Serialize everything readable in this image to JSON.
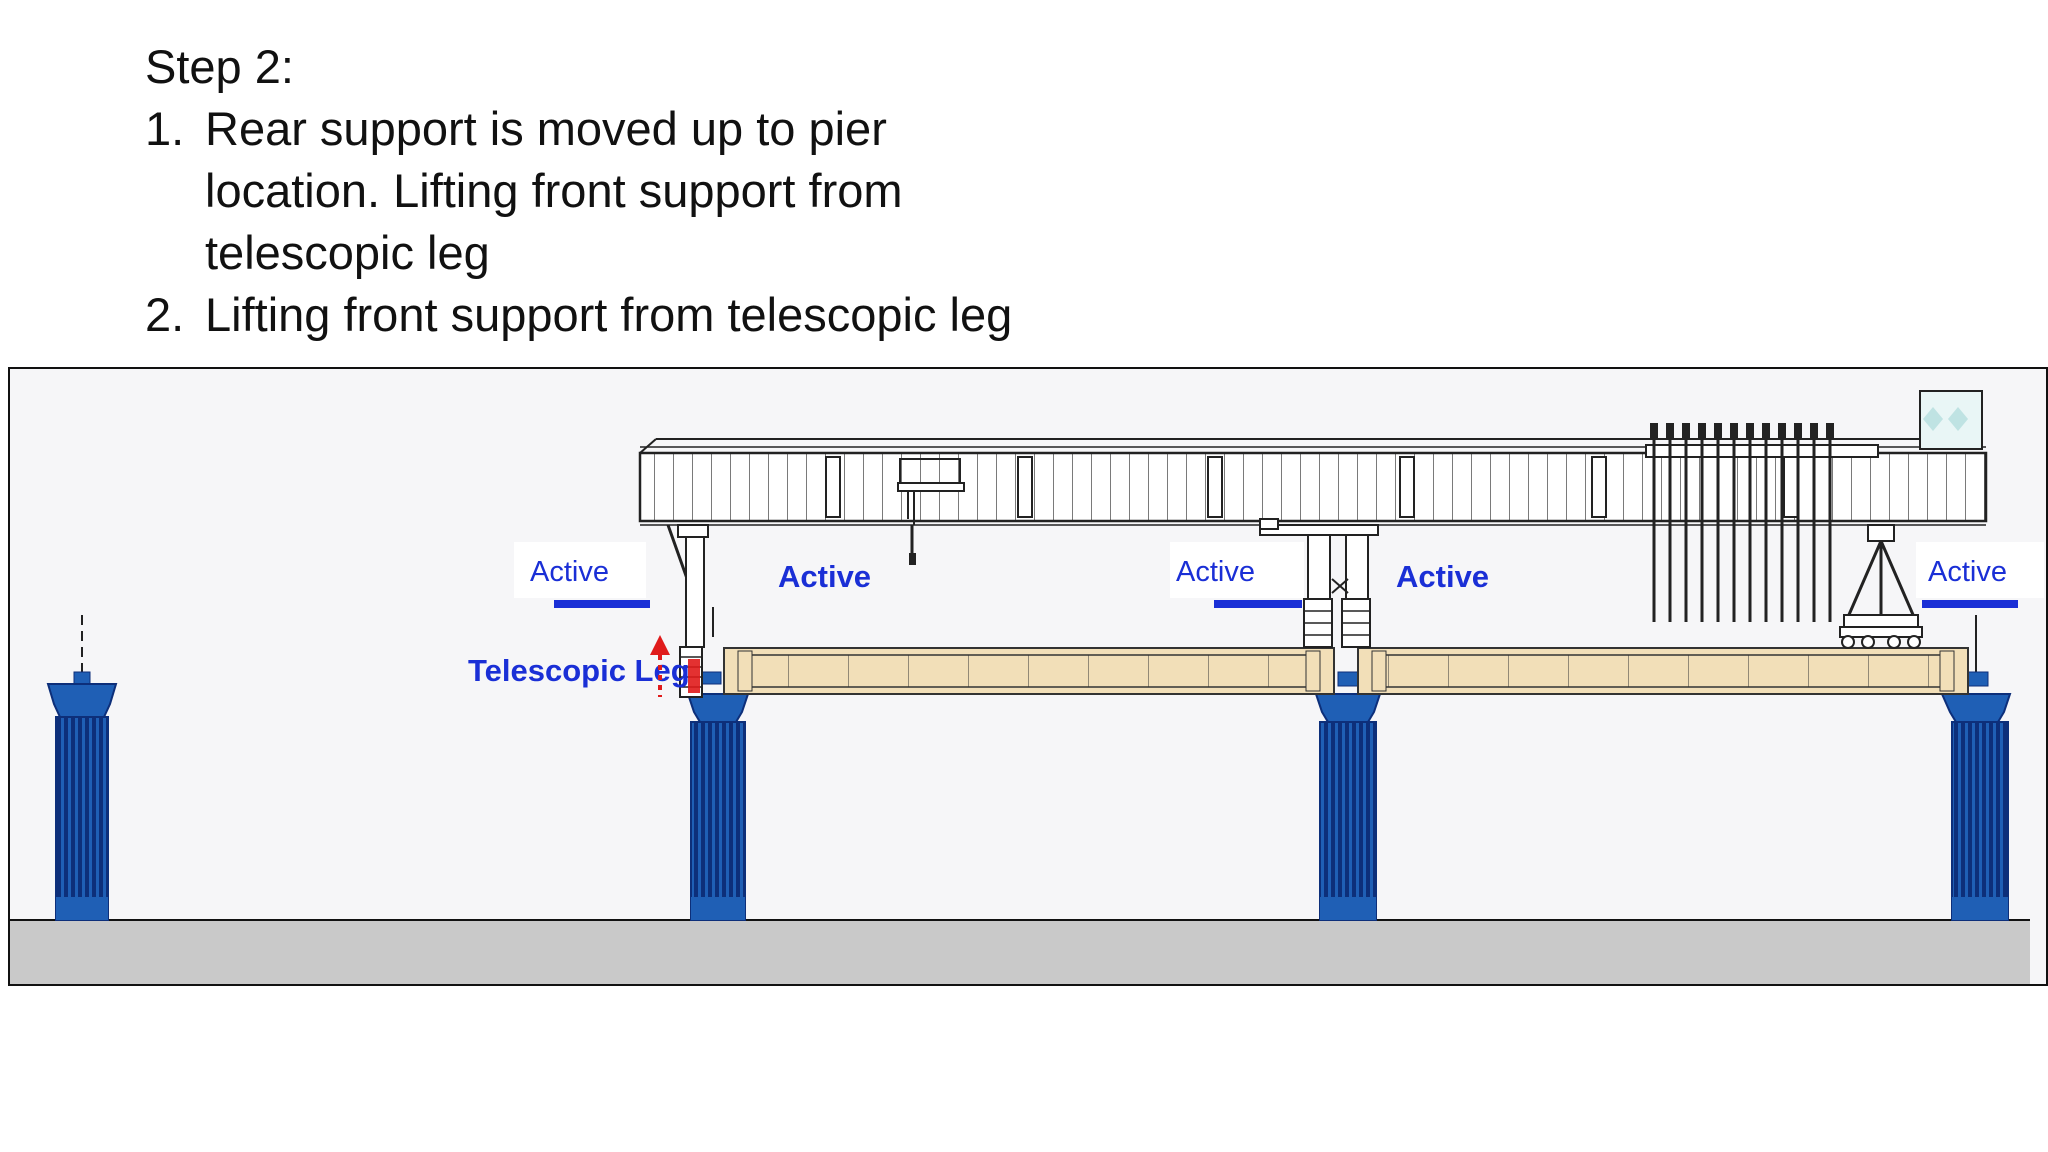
{
  "slide": {
    "heading": "Step 2:",
    "steps": [
      {
        "num": "1.",
        "lines": [
          "Rear support is moved up to pier",
          "location. Lifting front support from",
          "telescopic leg"
        ]
      },
      {
        "num": "2.",
        "lines": [
          "Lifting front support from telescopic leg"
        ]
      }
    ]
  },
  "diagram": {
    "labels": {
      "active_left_box": "Active",
      "active_left_bold": "Active",
      "active_mid_box": "Active",
      "active_mid_bold": "Active",
      "active_right_box": "Active",
      "telescopic_leg": "Telescopic Leg"
    },
    "colors": {
      "pier_blue": "#1f5fb5",
      "pier_dark": "#0d2f7a",
      "deck_beige": "#f2dfb8",
      "label_blue": "#1a2fd6",
      "arrow_red": "#e01b1b",
      "ground_gray": "#c4c4c4"
    }
  }
}
